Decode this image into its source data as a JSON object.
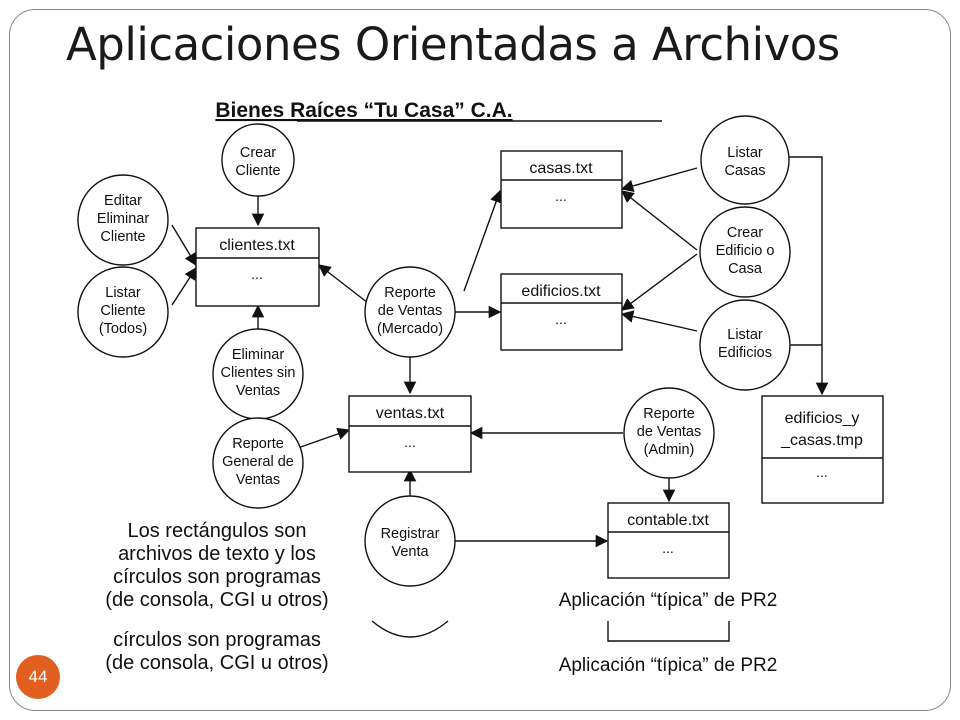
{
  "slide": {
    "title": "Aplicaciones Orientadas a Archivos",
    "page_number": "44"
  },
  "diagram": {
    "heading": "Bienes Raíces “Tu Casa” C.A.",
    "programs": {
      "crear_cliente": [
        "Crear",
        "Cliente"
      ],
      "editar_eliminar_cliente": [
        "Editar",
        "Eliminar",
        "Cliente"
      ],
      "listar_cliente": [
        "Listar",
        "Cliente",
        "(Todos)"
      ],
      "eliminar_clientes_sin_ventas": [
        "Eliminar",
        "Clientes sin",
        "Ventas"
      ],
      "reporte_ventas_mercado": [
        "Reporte",
        "de Ventas",
        "(Mercado)"
      ],
      "listar_casas": [
        "Listar",
        "Casas"
      ],
      "crear_edificio_casa": [
        "Crear",
        "Edificio o",
        "Casa"
      ],
      "listar_edificios": [
        "Listar",
        "Edificios"
      ],
      "reporte_general_ventas": [
        "Reporte",
        "General de",
        "Ventas"
      ],
      "reporte_ventas_admin": [
        "Reporte",
        "de Ventas",
        "(Admin)"
      ],
      "registrar_venta": [
        "Registrar",
        "Venta"
      ]
    },
    "files": {
      "clientes": {
        "name": [
          "clientes.txt"
        ],
        "body": "..."
      },
      "casas": {
        "name": [
          "casas.txt"
        ],
        "body": "..."
      },
      "edificios": {
        "name": [
          "edificios.txt"
        ],
        "body": "..."
      },
      "ventas": {
        "name": [
          "ventas.txt"
        ],
        "body": "..."
      },
      "contable": {
        "name": [
          "contable.txt"
        ],
        "body": "..."
      },
      "edificios_casas_tmp": {
        "name": [
          "edificios_y",
          "_casas.tmp"
        ],
        "body": "..."
      }
    },
    "caption": [
      "Los rectángulos son",
      "archivos de texto y los",
      "círculos son programas",
      "(de consola, CGI u otros)"
    ],
    "caption_echo": [
      "círculos son programas",
      "(de consola, CGI u otros)"
    ],
    "footnote": "Aplicación “típica” de PR2",
    "footnote_echo": "Aplicación “típica” de PR2"
  }
}
